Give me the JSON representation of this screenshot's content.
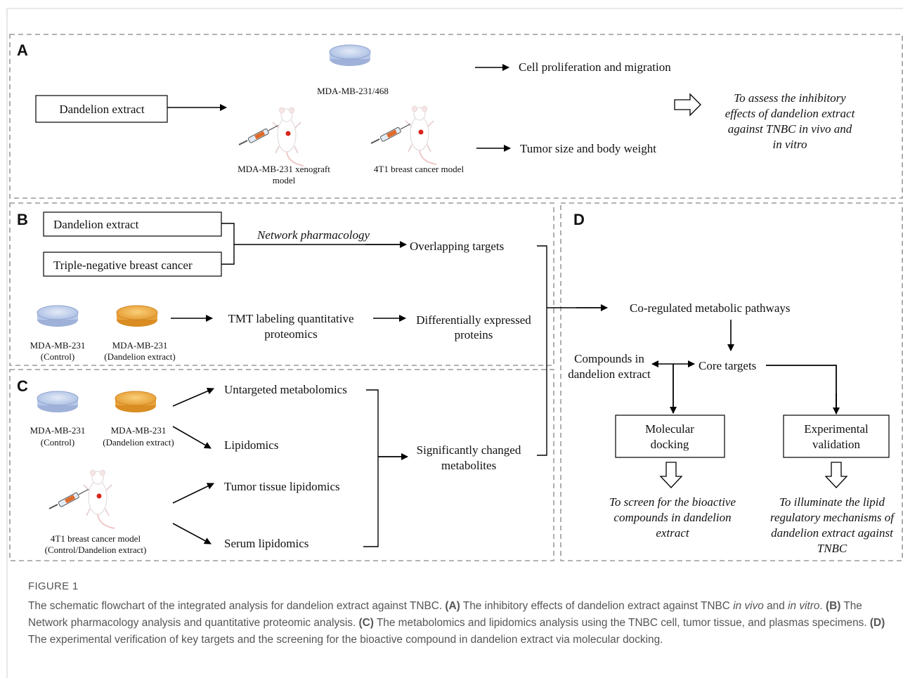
{
  "panels": {
    "A": {
      "letter": "A",
      "dandelion_extract": "Dandelion extract",
      "cell_line": "MDA-MB-231/468",
      "xenograft_l1": "MDA-MB-231 xenograft",
      "xenograft_l2": "model",
      "t4_model": "4T1 breast cancer model",
      "out_proliferation": "Cell proliferation and migration",
      "out_tumor": "Tumor size and body weight",
      "goal": [
        "To assess the inhibitory",
        "effects of dandelion extract",
        "against TNBC in vivo and",
        "in vitro"
      ]
    },
    "B": {
      "letter": "B",
      "box1": "Dandelion extract",
      "box2": "Triple-negative breast cancer",
      "network": "Network pharmacology",
      "overlapping": "Overlapping targets",
      "ctrl_l1": "MDA-MB-231",
      "ctrl_l2": "(Control)",
      "dand_l1": "MDA-MB-231",
      "dand_l2": "(Dandelion extract)",
      "tmt_l1": "TMT labeling quantitative",
      "tmt_l2": "proteomics",
      "dep_l1": "Differentially expressed",
      "dep_l2": "proteins"
    },
    "C": {
      "letter": "C",
      "ctrl_l1": "MDA-MB-231",
      "ctrl_l2": "(Control)",
      "dand_l1": "MDA-MB-231",
      "dand_l2": "(Dandelion extract)",
      "model_l1": "4T1 breast cancer model",
      "model_l2": "(Control/Dandelion extract)",
      "untargeted": "Untargeted metabolomics",
      "lipidomics": "Lipidomics",
      "tumor_lipid": "Tumor tissue lipidomics",
      "serum_lipid": "Serum lipidomics",
      "sig_l1": "Significantly changed",
      "sig_l2": "metabolites"
    },
    "D": {
      "letter": "D",
      "coreg": "Co-regulated metabolic pathways",
      "comp_l1": "Compounds in",
      "comp_l2": "dandelion extract",
      "core": "Core targets",
      "mol_l1": "Molecular",
      "mol_l2": "docking",
      "exp_l1": "Experimental",
      "exp_l2": "validation",
      "goal1": [
        "To screen for the bioactive",
        "compounds in dandelion",
        "extract"
      ],
      "goal2": [
        "To illuminate the lipid",
        "regulatory mechanisms of",
        "dandelion extract against",
        "TNBC"
      ]
    }
  },
  "caption": {
    "label": "FIGURE 1",
    "s1": "The schematic flowchart of the integrated analysis for dandelion extract against TNBC. ",
    "a_tag": "(A)",
    "a_text_1": " The inhibitory effects of dandelion extract against TNBC ",
    "in_vivo": "in vivo",
    "a_and": " and ",
    "in_vitro": "in vitro",
    "a_end": ". ",
    "b_tag": "(B)",
    "b_text": " The Network pharmacology analysis and quantitative proteomic analysis. ",
    "c_tag": "(C)",
    "c_text": " The metabolomics and lipidomics analysis using the TNBC cell, tumor tissue, and plasmas specimens. ",
    "d_tag": "(D)",
    "d_text": " The experimental verification of key targets and the screening for the bioactive compound in dandelion extract via molecular docking."
  },
  "colors": {
    "dish_blue": "#c9d6ef",
    "dish_orange": "#f2b24f",
    "dashed_border": "#9a9a9a",
    "caption_text": "#555555"
  }
}
